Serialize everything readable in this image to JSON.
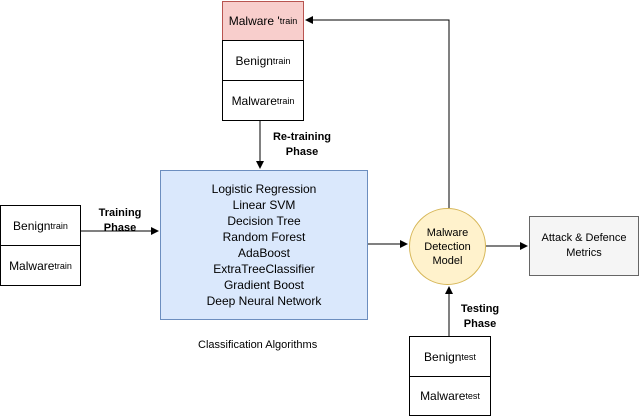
{
  "retrain_data": {
    "malware_adv": {
      "text": "Malware '",
      "sub": "train"
    },
    "benign": {
      "text": "Benign ",
      "sub": "train"
    },
    "malware": {
      "text": "Malware ",
      "sub": "train"
    }
  },
  "train_data": {
    "benign": {
      "text": "Benign ",
      "sub": "train"
    },
    "malware": {
      "text": "Malware ",
      "sub": "train"
    }
  },
  "test_data": {
    "benign": {
      "text": "Benign ",
      "sub": "test"
    },
    "malware": {
      "text": "Malware ",
      "sub": "test"
    }
  },
  "labels": {
    "retraining_l1": "Re-training",
    "retraining_l2": "Phase",
    "training_l1": "Training",
    "training_l2": "Phase",
    "testing_l1": "Testing",
    "testing_l2": "Phase",
    "caption": "Classification Algorithms"
  },
  "algorithms": [
    "Logistic Regression",
    "Linear SVM",
    "Decision Tree",
    "Random Forest",
    "AdaBoost",
    "ExtraTreeClassifier",
    "Gradient Boost",
    "Deep Neural Network"
  ],
  "detector": {
    "l1": "Malware",
    "l2": "Detection",
    "l3": "Model"
  },
  "metrics": {
    "l1": "Attack & Defence",
    "l2": "Metrics"
  },
  "colors": {
    "adv_fill": "#f8cecc",
    "adv_border": "#b85450",
    "algo_fill": "#dae8fc",
    "algo_border": "#6c8ebf",
    "model_fill": "#fff2cc",
    "model_border": "#d6b656",
    "metrics_fill": "#f5f5f5",
    "metrics_border": "#666666"
  }
}
